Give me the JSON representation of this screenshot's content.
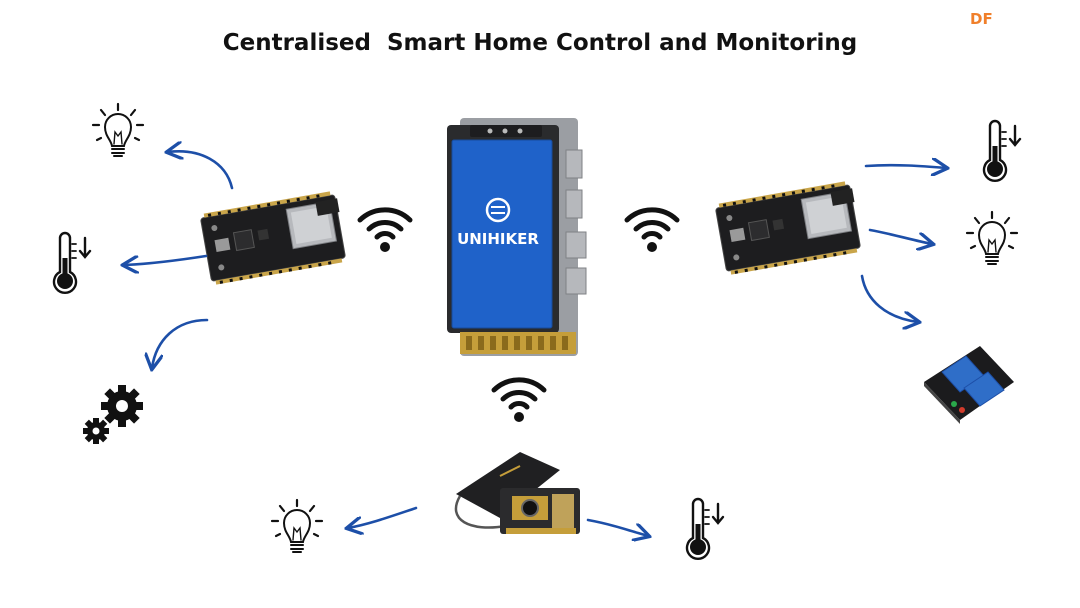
{
  "header": {
    "title": "Centralised  Smart Home Control and Monitoring",
    "brand": "DF"
  },
  "hub": {
    "screen_text": "UNIHIKER"
  },
  "colors": {
    "arrow": "#1d4fa8",
    "icon": "#111111",
    "brand": "#f07f2a",
    "board": "#1a1a1a",
    "screen": "#1f62c9"
  },
  "icons": [
    "light-bulb-icon",
    "thermometer-icon",
    "gear-icon",
    "wifi-icon",
    "relay-module-icon"
  ]
}
